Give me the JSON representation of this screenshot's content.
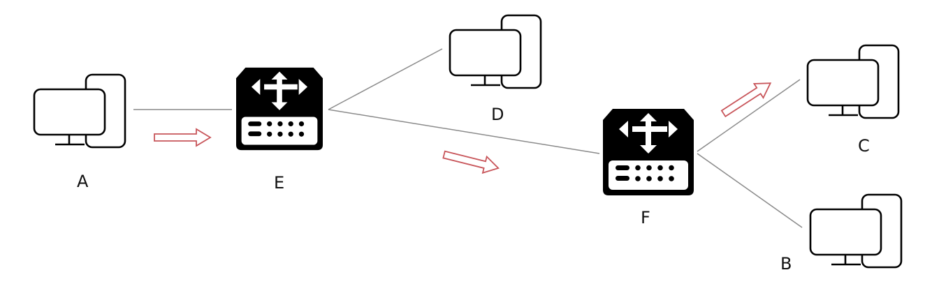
{
  "colors": {
    "link": "#8a8a8a",
    "flow_arrow": "#c8555a",
    "device": "#000000",
    "background": "#ffffff"
  },
  "nodes": {
    "A": {
      "label": "A",
      "kind": "computer",
      "icon": "desktop-computer-icon"
    },
    "B": {
      "label": "B",
      "kind": "computer",
      "icon": "desktop-computer-icon"
    },
    "C": {
      "label": "C",
      "kind": "computer",
      "icon": "desktop-computer-icon"
    },
    "D": {
      "label": "D",
      "kind": "computer",
      "icon": "desktop-computer-icon"
    },
    "E": {
      "label": "E",
      "kind": "switch",
      "icon": "network-switch-icon"
    },
    "F": {
      "label": "F",
      "kind": "switch",
      "icon": "network-switch-icon"
    }
  },
  "links": [
    {
      "from": "A",
      "to": "E"
    },
    {
      "from": "E",
      "to": "D"
    },
    {
      "from": "E",
      "to": "F"
    },
    {
      "from": "F",
      "to": "C"
    },
    {
      "from": "F",
      "to": "B"
    }
  ],
  "flow": [
    "A",
    "E",
    "F",
    "C"
  ]
}
